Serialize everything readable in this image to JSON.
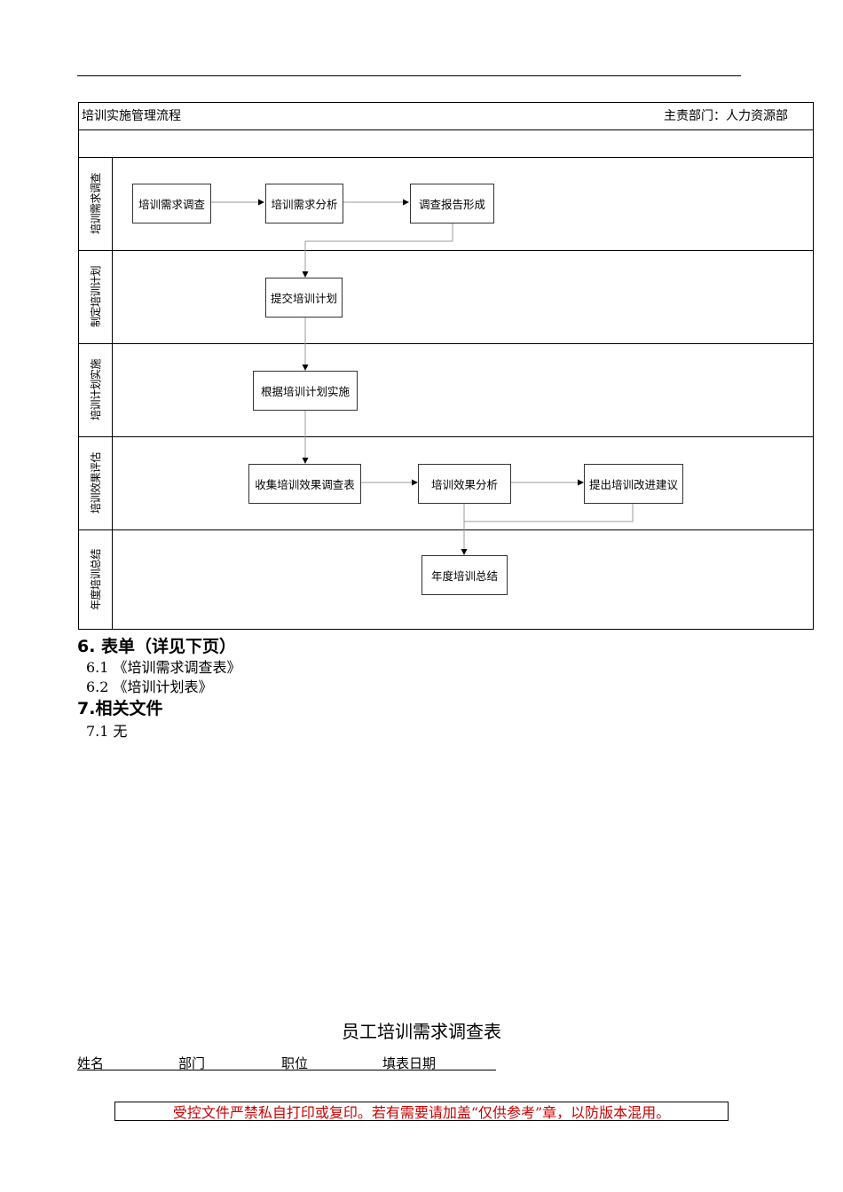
{
  "flowchart": {
    "title": "培训实施管理流程",
    "department": "主责部门：人力资源部",
    "lanes": [
      "培训需求调查",
      "制定培训计划",
      "培训计划实施",
      "培训效果评估",
      "年度培训总结"
    ],
    "steps": {
      "survey": "培训需求调查",
      "analysis": "培训需求分析",
      "report": "调查报告形成",
      "submit_plan": "提交培训计划",
      "implement": "根据培训计划实施",
      "collect": "收集培训效果调查表",
      "effect_analysis": "培训效果分析",
      "improve": "提出培训改进建议",
      "annual_summary": "年度培训总结"
    }
  },
  "section6": {
    "heading": "6.  表单（详见下页）",
    "items": [
      "6.1 《培训需求调查表》",
      "6.2 《培训计划表》"
    ]
  },
  "section7": {
    "heading": "7.相关文件",
    "items": [
      "7.1 无"
    ]
  },
  "form": {
    "title": "员工培训需求调查表",
    "fields": [
      "姓名",
      "部门",
      "职位",
      "填表日期"
    ]
  },
  "notice": "受控文件严禁私自打印或复印。若有需要请加盖“仅供参考”章，以防版本混用。"
}
